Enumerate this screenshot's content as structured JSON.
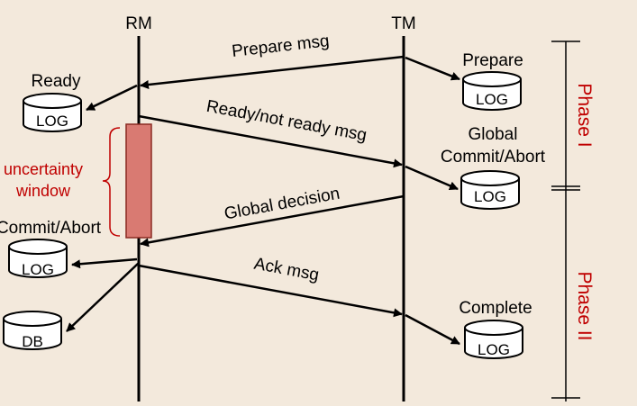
{
  "participants": {
    "rm": "RM",
    "tm": "TM"
  },
  "messages": {
    "prepare": "Prepare msg",
    "ready": "Ready/not ready msg",
    "decision": "Global decision",
    "ack": "Ack msg"
  },
  "rm_side": {
    "ready_label": "Ready",
    "log1": "LOG",
    "uncertainty_line1": "uncertainty",
    "uncertainty_line2": "window",
    "commit_label": "Commit/Abort",
    "log2": "LOG",
    "db": "DB"
  },
  "tm_side": {
    "prepare_label": "Prepare",
    "log1": "LOG",
    "global_line1": "Global",
    "global_line2": "Commit/Abort",
    "log2": "LOG",
    "complete_label": "Complete",
    "log3": "LOG"
  },
  "phases": {
    "phase1": "Phase I",
    "phase2": "Phase II"
  },
  "colors": {
    "accent": "#c00000",
    "window_fill": "#d97a72",
    "background": "#f3e9dc"
  }
}
